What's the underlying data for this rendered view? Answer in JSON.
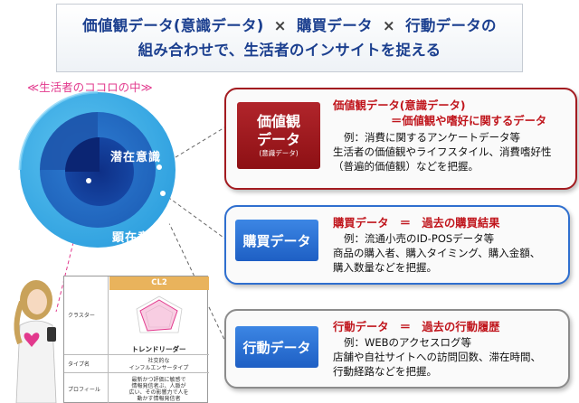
{
  "header": {
    "line1_part1": "価値観データ(意識データ)",
    "times1": "×",
    "line1_part2": "購買データ",
    "times2": "×",
    "line1_part3": "行動データの",
    "line2": "組み合わせで、生活者のインサイトを捉える"
  },
  "mind": {
    "title": "≪生活者のココロの中≫",
    "inner_label": "潜在意識",
    "outer_label": "顕在意識"
  },
  "panels": [
    {
      "badge_title_1": "価値観",
      "badge_title_2": "データ",
      "badge_sub": "(意識データ)",
      "head_1": "価値観データ(意識データ)",
      "head_2": "＝価値観や嗜好に関するデータ",
      "lines": [
        "例：消費に関するアンケートデータ等",
        "生活者の価値観やライフスタイル、消費嗜好性",
        "（普遍的価値観）などを把握。"
      ]
    },
    {
      "badge_title": "購買データ",
      "head": "購買データ　＝　過去の購買結果",
      "lines": [
        "例：流通小売のID-POSデータ等",
        "商品の購入者、購入タイミング、購入金額、",
        "購入数量などを把握。"
      ]
    },
    {
      "badge_title": "行動データ",
      "head": "行動データ　＝　過去の行動履歴",
      "lines": [
        "例：WEBのアクセスログ等",
        "店舗や自社サイトへの訪問回数、滞在時間、",
        "行動経路などを把握。"
      ]
    }
  ],
  "card": {
    "cluster_code": "CL2",
    "row_cluster": "クラスター",
    "leader_label": "トレンドリーダー",
    "row_type": "タイプ名",
    "type_value_1": "社交的な",
    "type_value_2": "インフルエンサータイプ",
    "row_profile": "プロフィール",
    "profile_1": "最新かつ評価に敏感で",
    "profile_2": "情報発信者ぶ、人脈が",
    "profile_3": "広い、その影響力で人を",
    "profile_4": "動かす情報発信者"
  },
  "colors": {
    "header_text": "#1b3f8f",
    "pink": "#e2398d",
    "red": "#a31b20",
    "blue": "#2f6fcf",
    "gray": "#8c8c8c"
  }
}
